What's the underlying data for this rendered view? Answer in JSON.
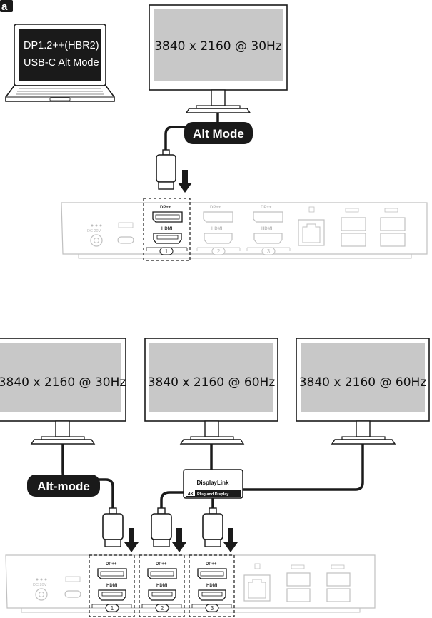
{
  "panel_letter": "a",
  "laptop": {
    "line1": "DP1.2++(HBR2)",
    "line2": "USB-C Alt Mode"
  },
  "top_monitor": {
    "resolution": "3840 x 2160 @ 30Hz"
  },
  "top_badge": "Alt Mode",
  "dock_labels": {
    "dp": "DP++",
    "hdmi": "HDMI",
    "dc": "DC 20V",
    "port1": "1",
    "port2": "2",
    "port3": "3"
  },
  "bottom_monitors": [
    {
      "resolution": "3840 x 2160 @ 30Hz"
    },
    {
      "resolution": "3840 x 2160 @ 60Hz"
    },
    {
      "resolution": "3840 x 2160 @ 60Hz"
    }
  ],
  "bottom_badge": "Alt-mode",
  "displaylink": {
    "name": "DisplayLink",
    "badge": "4K",
    "tagline": "Plug and Display"
  },
  "colors": {
    "ink": "#1a1a1a",
    "screen": "#c8c8c8",
    "dock_line": "#c0c0c0",
    "dim": "#bbbbbb"
  }
}
